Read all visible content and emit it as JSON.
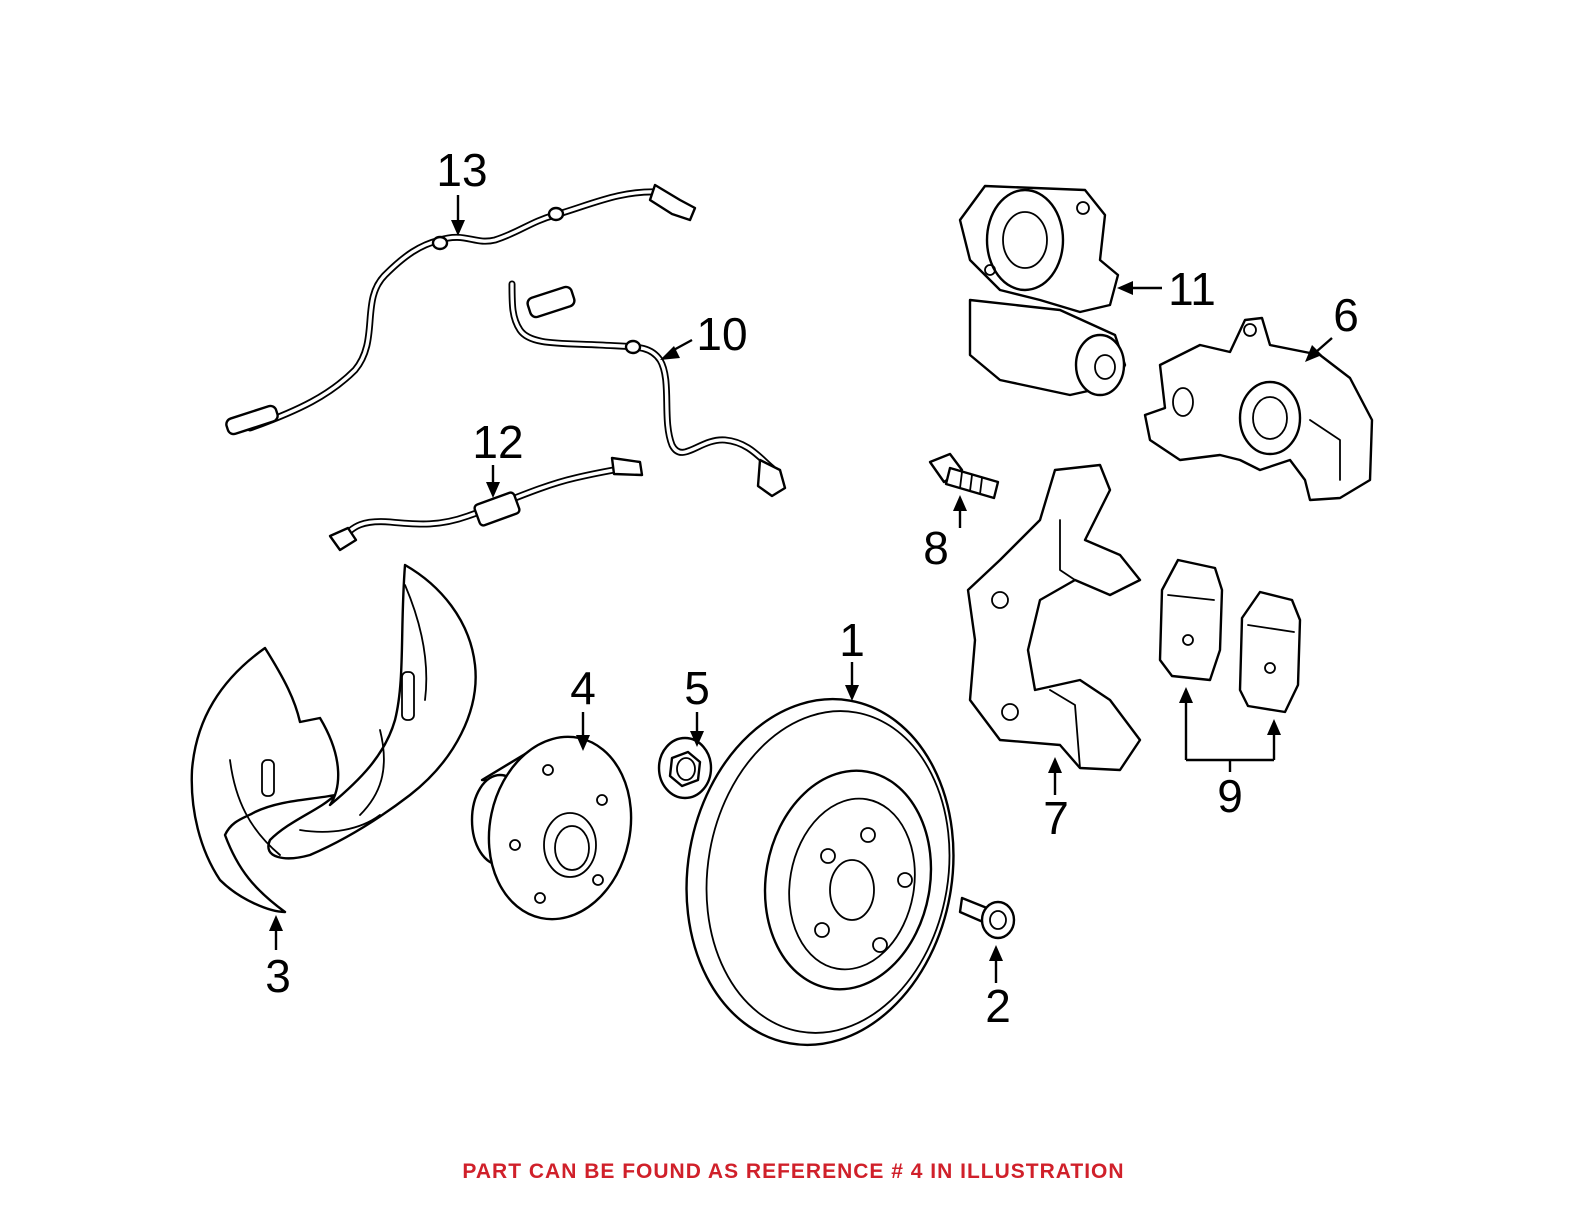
{
  "diagram": {
    "callouts": [
      {
        "id": "1",
        "label": "1"
      },
      {
        "id": "2",
        "label": "2"
      },
      {
        "id": "3",
        "label": "3"
      },
      {
        "id": "4",
        "label": "4"
      },
      {
        "id": "5",
        "label": "5"
      },
      {
        "id": "6",
        "label": "6"
      },
      {
        "id": "7",
        "label": "7"
      },
      {
        "id": "8",
        "label": "8"
      },
      {
        "id": "9",
        "label": "9"
      },
      {
        "id": "10",
        "label": "10"
      },
      {
        "id": "11",
        "label": "11"
      },
      {
        "id": "12",
        "label": "12"
      },
      {
        "id": "13",
        "label": "13"
      }
    ]
  },
  "footer": {
    "note": "PART CAN BE FOUND AS REFERENCE # 4 IN ILLUSTRATION",
    "note_color": "#d0202a"
  }
}
